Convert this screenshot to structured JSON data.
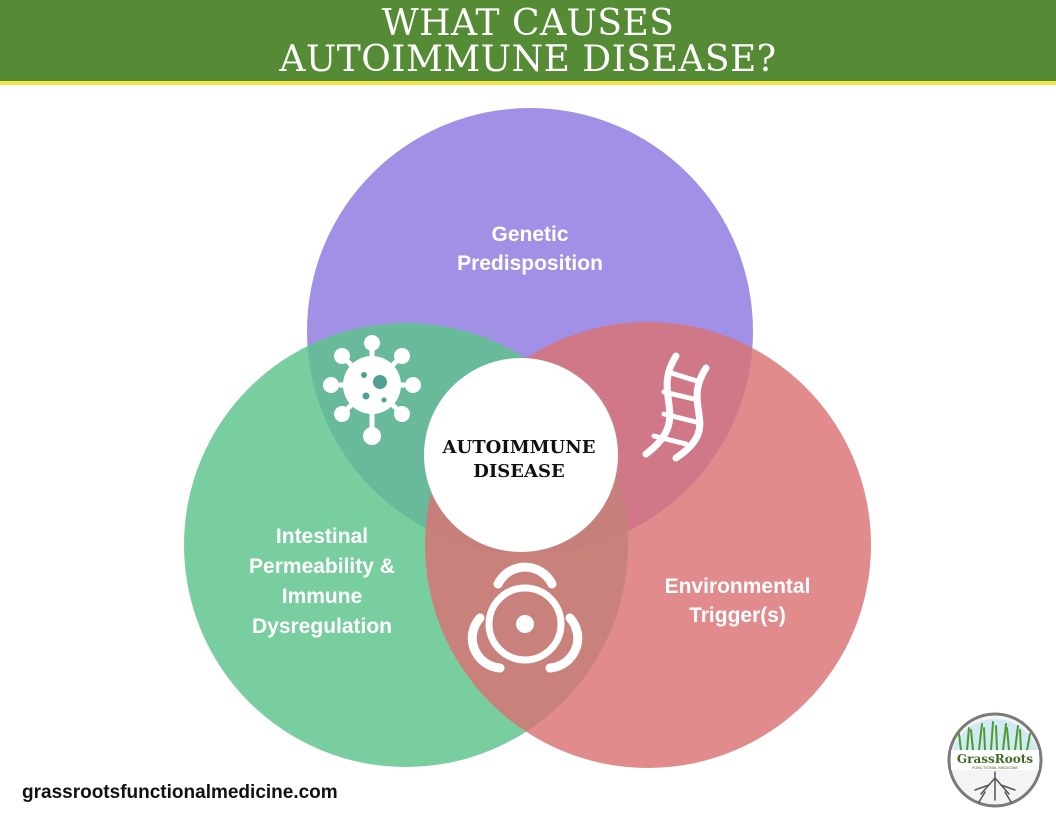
{
  "header": {
    "title_lines": [
      "WHAT CAUSES",
      "AUTOIMMUNE DISEASE?"
    ],
    "background_color": "#558b35",
    "accent_color": "#f2e34a"
  },
  "diagram": {
    "circles": [
      {
        "label_lines": [
          "Genetic",
          "Predisposition"
        ],
        "color": "#8c78e0"
      },
      {
        "label_lines": [
          "Intestinal",
          "Permeability &",
          "Immune",
          "Dysregulation"
        ],
        "color": "#5cc38a"
      },
      {
        "label_lines": [
          "Environmental",
          "Trigger(s)"
        ],
        "color": "#db7273"
      }
    ],
    "center_label_lines": [
      "AUTOIMMUNE",
      "DISEASE"
    ],
    "overlap_icons": [
      "virus-icon",
      "dna-icon",
      "biohazard-icon"
    ]
  },
  "footer": {
    "website": "grassrootsfunctionalmedicine.com",
    "logo": {
      "name": "GrassRoots",
      "tagline": "FUNCTIONAL MEDICINE"
    }
  }
}
